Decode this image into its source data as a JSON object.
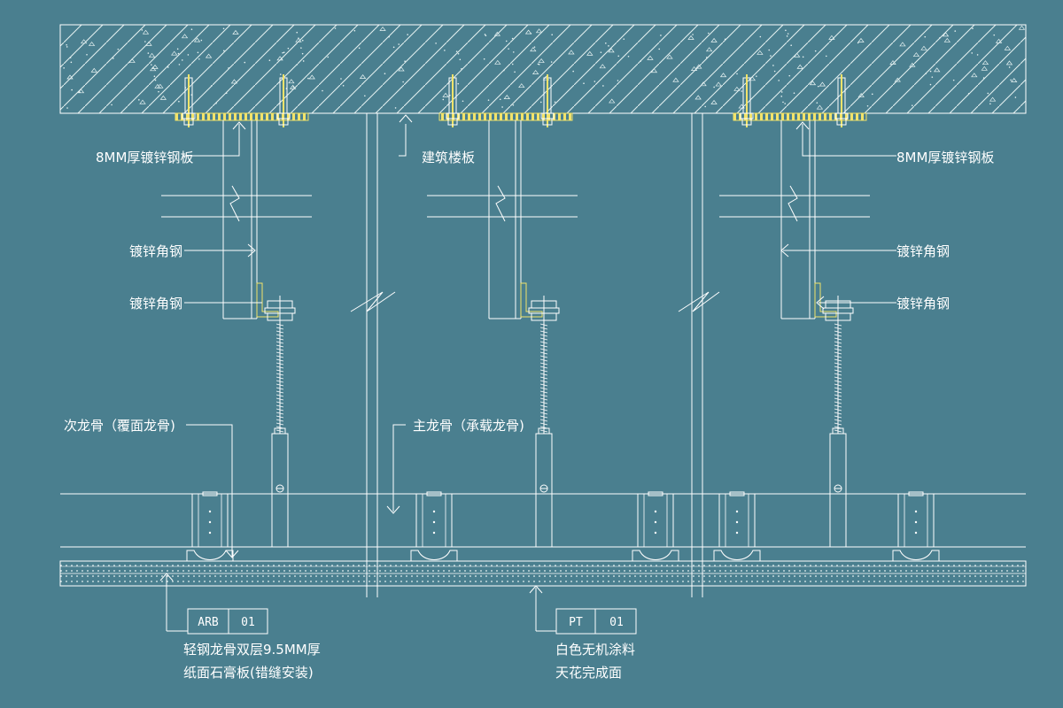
{
  "colors": {
    "background": "#4a7f8f",
    "line": "#ffffff",
    "accent_yellow": "#f2e36a",
    "hatch": "#e6f2f2"
  },
  "labels": {
    "plate_left": "8MM厚镀锌钢板",
    "slab": "建筑楼板",
    "plate_right": "8MM厚镀锌钢板",
    "angle_left_1": "镀锌角钢",
    "angle_left_2": "镀锌角钢",
    "angle_right_1": "镀锌角钢",
    "angle_right_2": "镀锌角钢",
    "secondary_joist": "次龙骨（覆面龙骨)",
    "main_joist": "主龙骨（承载龙骨)",
    "arb_note_1": "轻钢龙骨双层9.5MM厚",
    "arb_note_2": "纸面石膏板(错缝安装)",
    "pt_note_1": "白色无机涂料",
    "pt_note_2": "天花完成面"
  },
  "tags": {
    "arb": {
      "code": "ARB",
      "num": "01"
    },
    "pt": {
      "code": "PT",
      "num": "01"
    }
  },
  "icons": [
    "concrete-hatch",
    "expansion-anchor-icon",
    "threaded-rod-icon",
    "break-line-icon",
    "leader-arrow-icon"
  ]
}
